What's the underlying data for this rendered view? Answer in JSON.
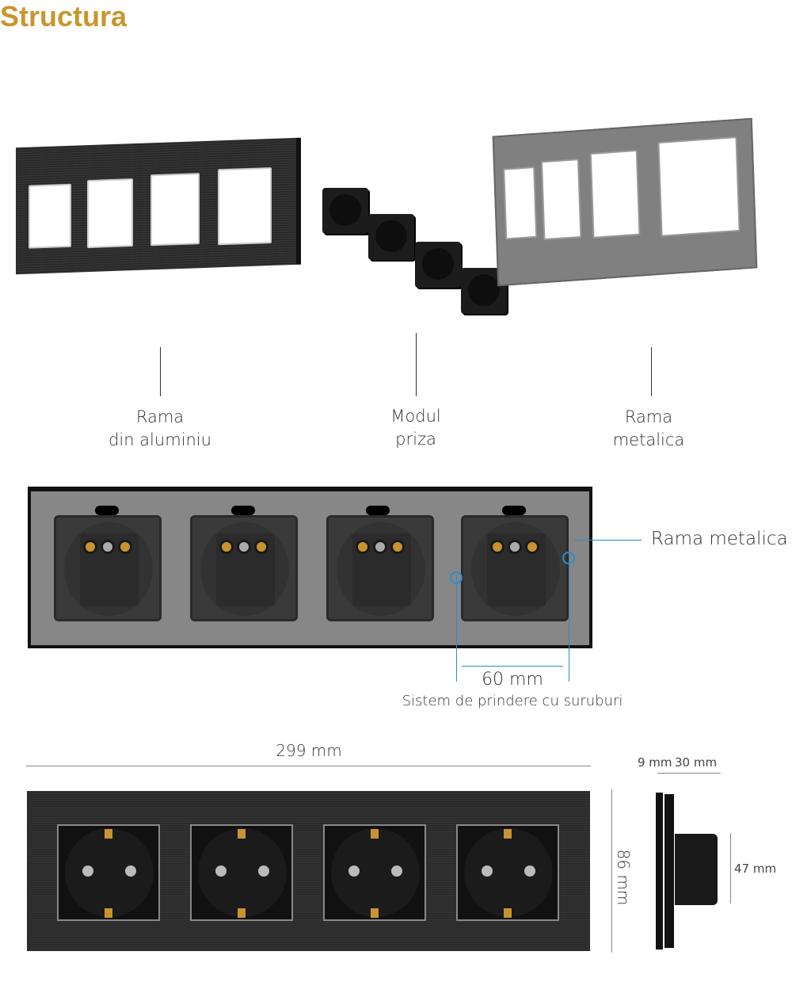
{
  "title": "Structura",
  "colors": {
    "title": "#c8962e",
    "accent_line": "#2a8ccc",
    "frame": "#2e2e2e",
    "metal_frame": "#808080"
  },
  "components": [
    {
      "line1": "Rama",
      "line2": "din aluminiu"
    },
    {
      "line1": "Modul",
      "line2": "priza"
    },
    {
      "line1": "Rama",
      "line2": "metalica"
    }
  ],
  "back_view": {
    "label": "Rama metalica",
    "distance": "60 mm",
    "caption": "Sistem de prindere cu suruburi"
  },
  "dimensions": {
    "width": "299 mm",
    "height": "86 mm",
    "front_depth": "9 mm",
    "rear_depth": "30 mm",
    "module_height": "47 mm"
  }
}
